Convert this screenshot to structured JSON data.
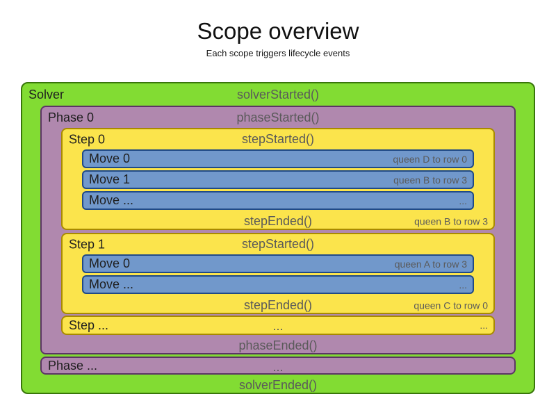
{
  "title": "Scope overview",
  "subtitle": "Each scope triggers lifecycle events",
  "palette": {
    "solver_fill": "#82dc33",
    "solver_border": "#38760a",
    "phase_fill": "#b088ae",
    "phase_border": "#5c3566",
    "step_fill": "#fbe44c",
    "step_border": "#a88a00",
    "move_fill": "#7198cb",
    "move_border": "#204a87",
    "label_text": "#1f1f1f",
    "event_text": "#5a5a5a"
  },
  "solver": {
    "label": "Solver",
    "started": "solverStarted()",
    "ended": "solverEnded()",
    "phases": [
      {
        "label": "Phase 0",
        "started": "phaseStarted()",
        "ended": "phaseEnded()",
        "steps": [
          {
            "label": "Step 0",
            "started": "stepStarted()",
            "ended": "stepEnded()",
            "ended_note": "queen B to row 3",
            "moves": [
              {
                "label": "Move 0",
                "note": "queen D to row 0"
              },
              {
                "label": "Move 1",
                "note": "queen B to row 3"
              },
              {
                "label": "Move ...",
                "note": "..."
              }
            ]
          },
          {
            "label": "Step 1",
            "started": "stepStarted()",
            "ended": "stepEnded()",
            "ended_note": "queen C to row 0",
            "moves": [
              {
                "label": "Move 0",
                "note": "queen A to row 3"
              },
              {
                "label": "Move ...",
                "note": "..."
              }
            ]
          }
        ],
        "more_step": {
          "label": "Step ...",
          "center": "...",
          "note": "..."
        }
      }
    ],
    "more_phase": {
      "label": "Phase ...",
      "center": "..."
    }
  }
}
